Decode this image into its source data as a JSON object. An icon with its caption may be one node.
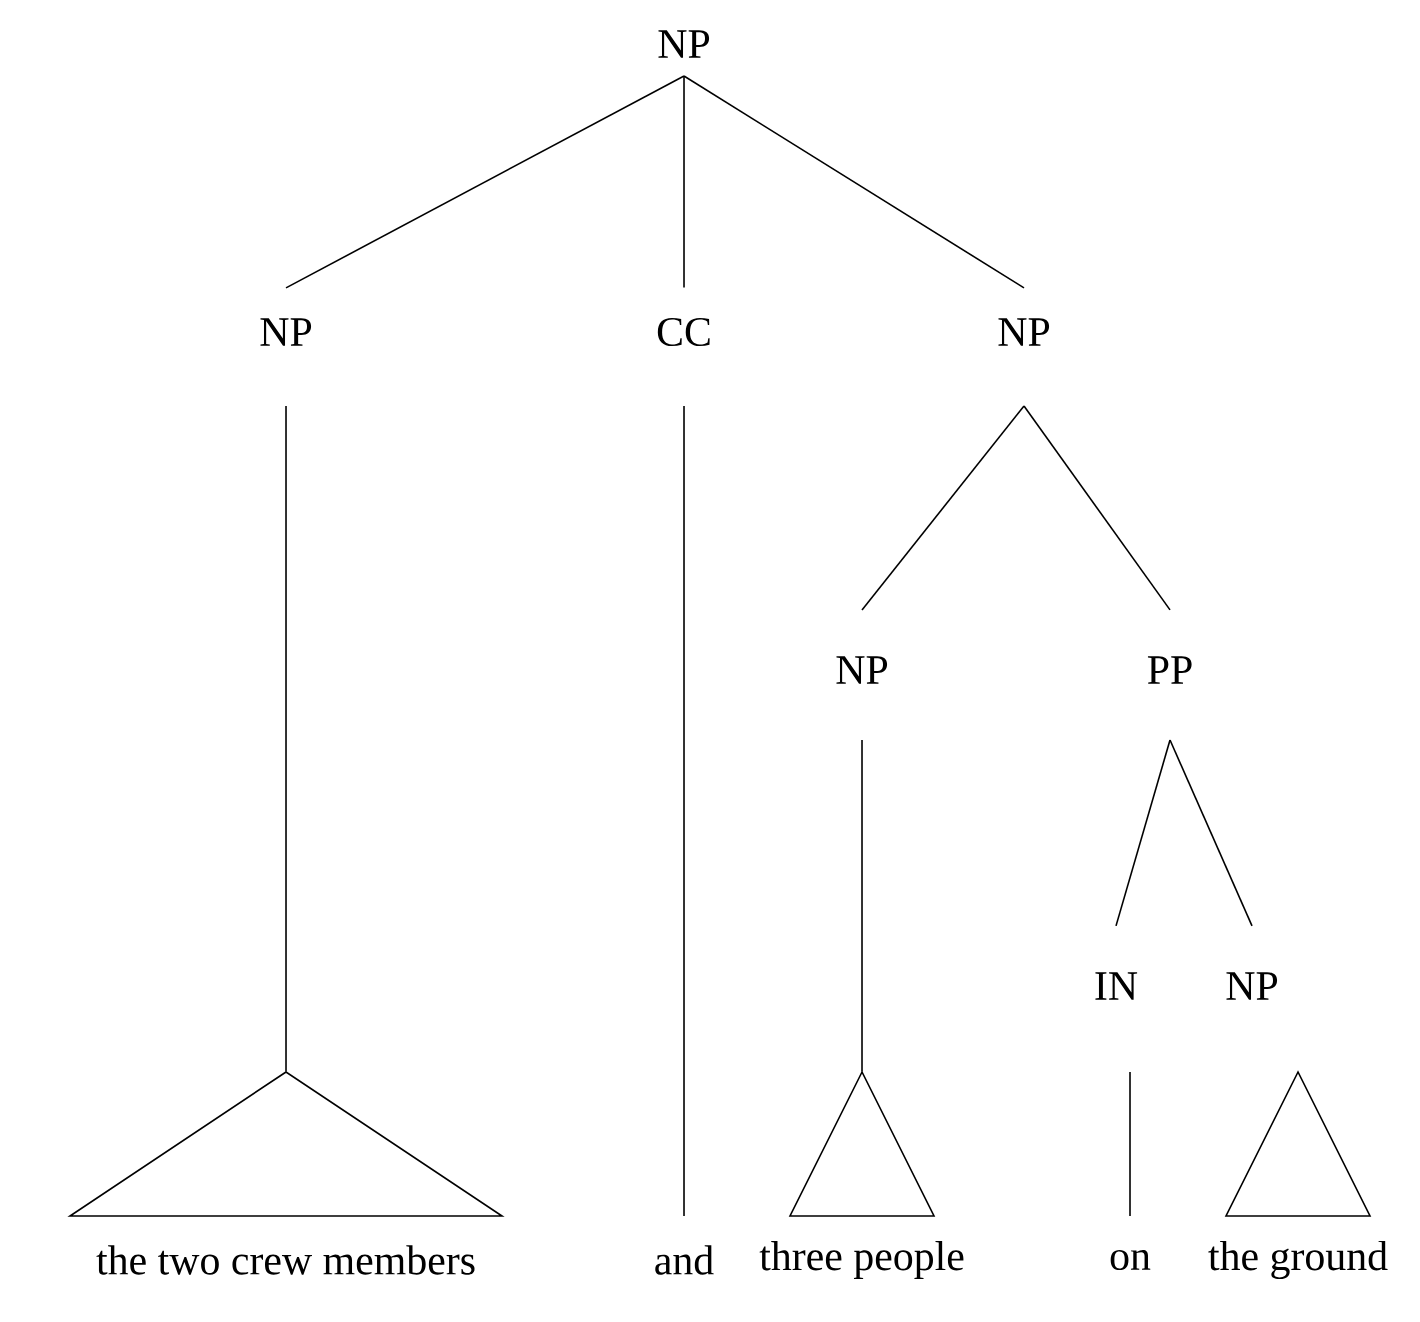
{
  "diagram": {
    "nodes": [
      {
        "text": [
          "NP"
        ]
      },
      {
        "text": [
          "NP"
        ]
      },
      {
        "text": [
          "CC"
        ]
      },
      {
        "text": [
          "NP"
        ]
      },
      {
        "text": [
          "NP"
        ]
      },
      {
        "text": [
          "PP"
        ]
      },
      {
        "text": [
          "IN"
        ]
      },
      {
        "text": [
          "NP"
        ]
      },
      {
        "text": [
          "the two crew members"
        ]
      },
      {
        "text": [
          "and"
        ]
      },
      {
        "text": [
          "three people"
        ]
      },
      {
        "text": [
          "on"
        ]
      },
      {
        "text": [
          "the ground"
        ]
      }
    ],
    "edges": [
      {
        "from": 0,
        "to": 1,
        "arrow": "none"
      },
      {
        "from": 0,
        "to": 2,
        "arrow": "none"
      },
      {
        "from": 0,
        "to": 3,
        "arrow": "none"
      },
      {
        "from": 3,
        "to": 4,
        "arrow": "none"
      },
      {
        "from": 3,
        "to": 5,
        "arrow": "none"
      },
      {
        "from": 5,
        "to": 6,
        "arrow": "none"
      },
      {
        "from": 5,
        "to": 7,
        "arrow": "none"
      },
      {
        "from": 1,
        "to": 8,
        "arrow": "none"
      },
      {
        "from": 2,
        "to": 9,
        "arrow": "none"
      },
      {
        "from": 4,
        "to": 10,
        "arrow": "none"
      },
      {
        "from": 6,
        "to": 11,
        "arrow": "none"
      }
    ]
  }
}
